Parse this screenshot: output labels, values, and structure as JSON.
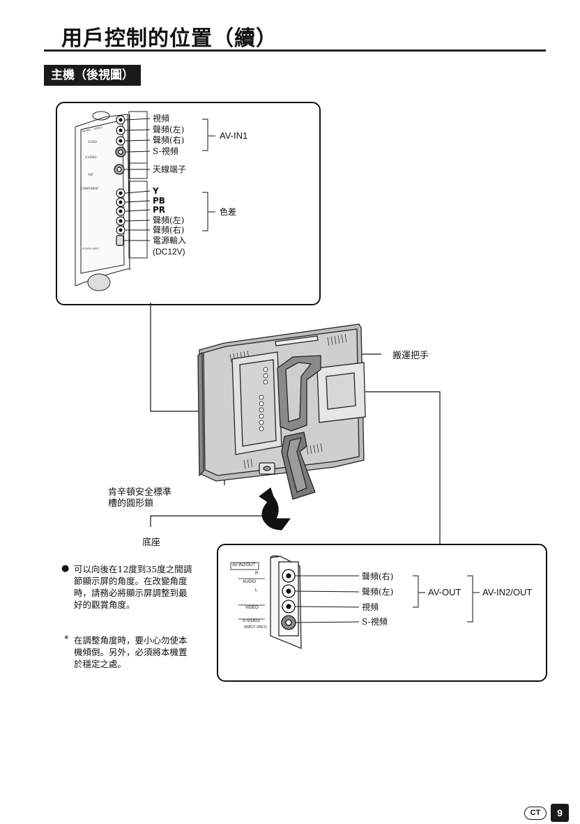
{
  "page_title": "用戶控制的位置（續）",
  "section_title": "主機（後視圖）",
  "top_panel": {
    "labels": [
      "視頻",
      "聲頻(左)",
      "聲頻(右)",
      "S-視頻",
      "天線端子",
      "Y",
      "PB",
      "PR",
      "聲頻(左)",
      "聲頻(右)",
      "電源輸入",
      "(DC12V)"
    ],
    "group_av_in1": "AV-IN1",
    "group_component": "色差"
  },
  "carry_handle": "搬運把手",
  "kensington_lock": [
    "肯辛頓安全標準",
    "槽的圓形鎖"
  ],
  "stand": "底座",
  "bottom_panel": {
    "labels": [
      "聲頻(右)",
      "聲頻(左)",
      "視頻",
      "S-視頻"
    ],
    "group_av_out": "AV-OUT",
    "group_av_in2": "AV-IN2/OUT",
    "panel_caption": "AV-IN2/OUT",
    "panel_texts": [
      "R",
      "AUDIO",
      "L",
      "VIDEO",
      "S-VIDEO",
      "(INPUT ONLY)"
    ]
  },
  "notes": {
    "bullet": "●",
    "para1": [
      "可以向後在12度到35度之間調",
      "節顯示屏的角度。在改變角度",
      "時，請務必將顯示屏調整到最",
      "好的觀賞角度。"
    ],
    "asterisk": "*",
    "para2": [
      "在調整角度時，要小心勿使本",
      "機傾倒。另外，必須將本機置",
      "於穩定之處。"
    ]
  },
  "footer": {
    "lang": "CT",
    "page_number": "9"
  }
}
